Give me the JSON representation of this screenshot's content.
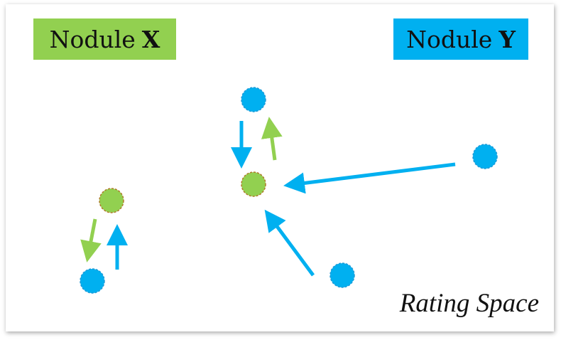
{
  "legend": {
    "nodule_x": {
      "word": "Nodule",
      "letter": "X",
      "color": "#92d050"
    },
    "nodule_y": {
      "word": "Nodule",
      "letter": "Y",
      "color": "#00b0f0"
    }
  },
  "space_label": "Rating Space",
  "colors": {
    "green_node": "#92d050",
    "green_node_border": "#b07a2a",
    "blue_node": "#00b0f0",
    "blue_node_border": "#1f9ad6"
  }
}
